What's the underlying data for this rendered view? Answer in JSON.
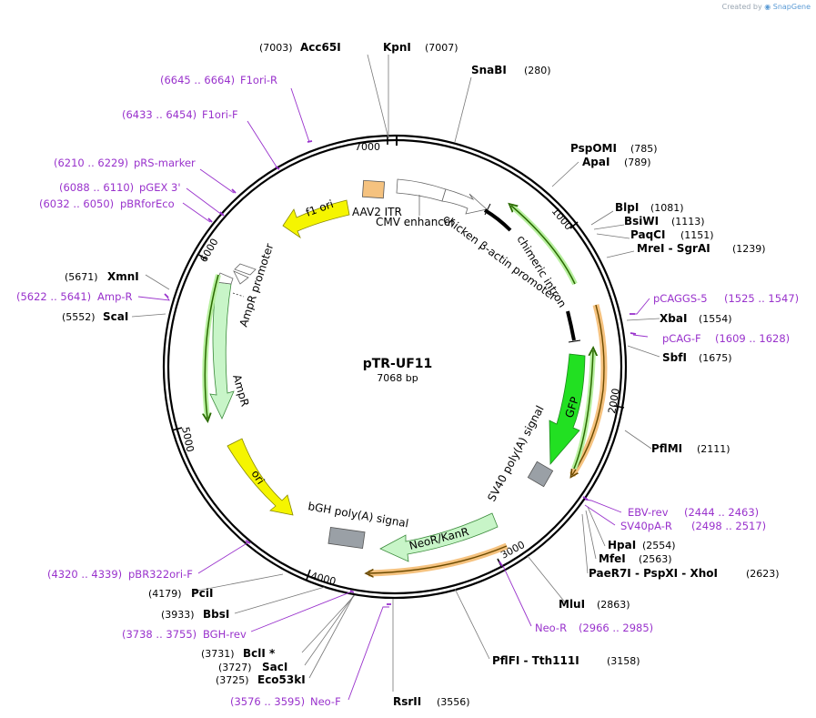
{
  "credit": {
    "prefix": "Created by",
    "brand": "SnapGene"
  },
  "plasmid": {
    "name": "pTR-UF11",
    "length_label": "7068 bp"
  },
  "ruler": [
    "1000",
    "2000",
    "3000",
    "4000",
    "5000",
    "6000",
    "7000"
  ],
  "sites": [
    {
      "key": "snabi",
      "name": "SnaBI",
      "pos": "(280)"
    },
    {
      "key": "pspomi",
      "name": "PspOMI",
      "pos": "(785)"
    },
    {
      "key": "apai",
      "name": "ApaI",
      "pos": "(789)"
    },
    {
      "key": "blpi",
      "name": "BlpI",
      "pos": "(1081)"
    },
    {
      "key": "bsiwi",
      "name": "BsiWI",
      "pos": "(1113)"
    },
    {
      "key": "paqci",
      "name": "PaqCI",
      "pos": "(1151)"
    },
    {
      "key": "mrei",
      "name": "MreI - SgrAI",
      "pos": "(1239)"
    },
    {
      "key": "xbai",
      "name": "XbaI",
      "pos": "(1554)"
    },
    {
      "key": "sbfi",
      "name": "SbfI",
      "pos": "(1675)"
    },
    {
      "key": "pflmi",
      "name": "PflMI",
      "pos": "(2111)"
    },
    {
      "key": "hpai",
      "name": "HpaI",
      "pos": "(2554)"
    },
    {
      "key": "mfei",
      "name": "MfeI",
      "pos": "(2563)"
    },
    {
      "key": "paer7i",
      "name": "PaeR7I - PspXI - XhoI",
      "pos": "(2623)"
    },
    {
      "key": "mlui",
      "name": "MluI",
      "pos": "(2863)"
    },
    {
      "key": "pflfi",
      "name": "PflFI - Tth111I",
      "pos": "(3158)"
    },
    {
      "key": "rsrii",
      "name": "RsrII",
      "pos": "(3556)"
    },
    {
      "key": "eco53ki",
      "name": "Eco53kI",
      "pos": "(3725)"
    },
    {
      "key": "saci",
      "name": "SacI",
      "pos": "(3727)"
    },
    {
      "key": "bcli",
      "name": "BclI *",
      "pos": "(3731)"
    },
    {
      "key": "bbsi",
      "name": "BbsI",
      "pos": "(3933)"
    },
    {
      "key": "pcii",
      "name": "PciI",
      "pos": "(4179)"
    },
    {
      "key": "scai",
      "name": "ScaI",
      "pos": "(5552)"
    },
    {
      "key": "xmni",
      "name": "XmnI",
      "pos": "(5671)"
    },
    {
      "key": "acc65i",
      "name": "Acc65I",
      "pos": "(7003)"
    },
    {
      "key": "kpni",
      "name": "KpnI",
      "pos": "(7007)"
    }
  ],
  "primers": [
    {
      "key": "pcaggs5",
      "name": "pCAGGS-5",
      "range": "(1525 .. 1547)"
    },
    {
      "key": "pcagf",
      "name": "pCAG-F",
      "range": "(1609 .. 1628)"
    },
    {
      "key": "ebvrev",
      "name": "EBV-rev",
      "range": "(2444 .. 2463)"
    },
    {
      "key": "sv40par",
      "name": "SV40pA-R",
      "range": "(2498 .. 2517)"
    },
    {
      "key": "neor",
      "name": "Neo-R",
      "range": "(2966 .. 2985)"
    },
    {
      "key": "neof",
      "name": "Neo-F",
      "range": "(3576 .. 3595)"
    },
    {
      "key": "bghrev",
      "name": "BGH-rev",
      "range": "(3738 .. 3755)"
    },
    {
      "key": "pbr322",
      "name": "pBR322ori-F",
      "range": "(4320 .. 4339)"
    },
    {
      "key": "amprr",
      "name": "Amp-R",
      "range": "(5622 .. 5641)"
    },
    {
      "key": "pbrforeco",
      "name": "pBRforEco",
      "range": "(6032 .. 6050)"
    },
    {
      "key": "pgex3",
      "name": "pGEX 3'",
      "range": "(6088 .. 6110)"
    },
    {
      "key": "prsmarker",
      "name": "pRS-marker",
      "range": "(6210 .. 6229)"
    },
    {
      "key": "f1orif",
      "name": "F1ori-F",
      "range": "(6433 .. 6454)"
    },
    {
      "key": "f1orir",
      "name": "F1ori-R",
      "range": "(6645 .. 6664)"
    }
  ],
  "features": [
    {
      "key": "aav2itr",
      "name": "AAV2 ITR",
      "color": "#f5c27f"
    },
    {
      "key": "cmv",
      "name": "CMV enhancer",
      "color": "#ffffff"
    },
    {
      "key": "cba",
      "name": "chicken β-actin promoter",
      "color": "#ffffff"
    },
    {
      "key": "intron",
      "name": "chimeric intron",
      "color": "#ffffff"
    },
    {
      "key": "gfp",
      "name": "GFP",
      "color": "#22e022"
    },
    {
      "key": "sv40pa",
      "name": "SV40 poly(A) signal",
      "color": "#9aa0a6"
    },
    {
      "key": "neokan",
      "name": "NeoR/KanR",
      "color": "#c8f5c8"
    },
    {
      "key": "bgh",
      "name": "bGH poly(A) signal",
      "color": "#9aa0a6"
    },
    {
      "key": "ori",
      "name": "ori",
      "color": "#f5f500"
    },
    {
      "key": "ampr",
      "name": "AmpR",
      "color": "#c8f5c8"
    },
    {
      "key": "amprprom",
      "name": "AmpR promoter",
      "color": "#ffffff"
    },
    {
      "key": "f1ori",
      "name": "f1 ori",
      "color": "#f5f500"
    }
  ],
  "colors": {
    "primer": "#9932cc",
    "orf_glow": "#f5c27f",
    "orf_line": "#7a5a00",
    "green_glow": "#b8f0a0"
  }
}
